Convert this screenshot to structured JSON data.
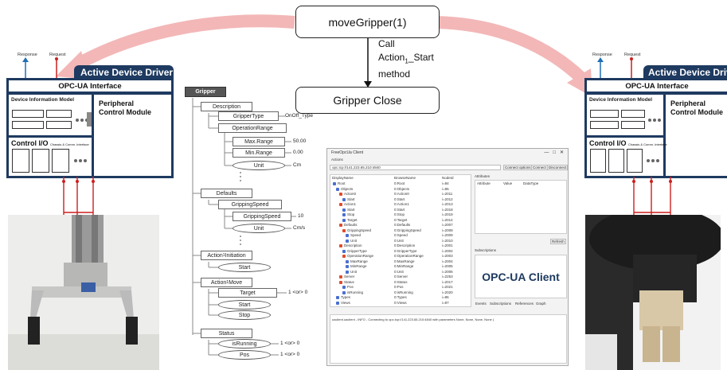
{
  "command": {
    "label": "moveGripper(1)"
  },
  "call_note": {
    "line1": "Call",
    "line2_main": "Action",
    "line2_sub": "1",
    "line2_rest": "_Start",
    "line3": "method"
  },
  "result": {
    "label": "Gripper Close"
  },
  "driver": {
    "title": "Active Device Driver",
    "opcua": "OPC-UA Interface",
    "info_model": "Device Information Model",
    "peripheral_line1": "Peripheral",
    "peripheral_line2": "Control Module",
    "control_io": "Control I/O",
    "control_io_sub": "Chassis & Comm. Interface",
    "response": "Response",
    "request": "Request"
  },
  "tree": {
    "root": "Gripper",
    "description": "Description",
    "gripper_type": "GripperType",
    "gripper_type_val": "OnOff_Type",
    "operation_range": "OperationRange",
    "max_range": "Max.Range",
    "max_range_val": "50.00",
    "min_range": "Min.Range",
    "min_range_val": "0.00",
    "unit": "Unit",
    "unit_val": "Cm",
    "defaults": "Defaults",
    "gripping_speed": "GrippingSpeed",
    "gripping_speed_inner": "GrippingSpeed",
    "gripping_speed_val": "10",
    "unit2": "Unit",
    "unit2_val": "Cm/s",
    "initiation_main": "Action",
    "initiation_sub": "1",
    "initiation_rest": " Initiation",
    "start1": "Start",
    "move_main": "Action",
    "move_sub": "1",
    "move_rest": " Move",
    "target": "Target",
    "target_val": "1 <or> 0",
    "start2": "Start",
    "stop": "Stop",
    "status": "Status",
    "is_running": "isRunning",
    "is_running_val": "1 <or> 0",
    "pos": "Pos",
    "pos_val": "1 <or> 0"
  },
  "client": {
    "title": "FreeOpcUa Client",
    "menu": "Actions",
    "address": "opc.tcp://141.223.65.210:4840",
    "btn_options": "Connect options",
    "btn_connect": "Connect",
    "btn_disconnect": "Disconnect",
    "col_display": "DisplayName",
    "col_browse": "BrowseName",
    "col_nodeid": "NodeId",
    "attributes": "Attributes",
    "attr_col1": "Attribute",
    "attr_col2": "Value",
    "attr_col3": "DataType",
    "refresh": "Refresh",
    "subscriptions": "Subscriptions",
    "big_label": "OPC-UA Client",
    "tab_events": "Events",
    "tab_subs": "Subscriptions",
    "tab_refs": "References",
    "tab_graph": "Graph",
    "log": "uaclient.uaclient - INFO - Connecting to opc.tcp://141.223.65.210:4840 with parameters None, None, None, None )",
    "tree_rows": [
      {
        "name": "Root",
        "browse": "0:Root",
        "id": "i=84"
      },
      {
        "name": "Objects",
        "browse": "0:Objects",
        "id": "i=85"
      },
      {
        "name": "Action0",
        "browse": "0:Action0",
        "id": "i=2011"
      },
      {
        "name": "Start",
        "browse": "0:Start",
        "id": "i=2012"
      },
      {
        "name": "Action1",
        "browse": "0:Action1",
        "id": "i=2013"
      },
      {
        "name": "Start",
        "browse": "0:Start",
        "id": "i=2018"
      },
      {
        "name": "Stop",
        "browse": "0:Stop",
        "id": "i=2019"
      },
      {
        "name": "Target",
        "browse": "0:Target",
        "id": "i=2014"
      },
      {
        "name": "Defaults",
        "browse": "0:Defaults",
        "id": "i=2007"
      },
      {
        "name": "GrippingSpeed",
        "browse": "0:GrippingSpeed",
        "id": "i=2008"
      },
      {
        "name": "Speed",
        "browse": "0:Speed",
        "id": "i=2009"
      },
      {
        "name": "Unit",
        "browse": "0:Unit",
        "id": "i=2010"
      },
      {
        "name": "Description",
        "browse": "0:Description",
        "id": "i=2001"
      },
      {
        "name": "GripperType",
        "browse": "0:GripperType",
        "id": "i=2002"
      },
      {
        "name": "OperationRange",
        "browse": "0:OperationRange",
        "id": "i=2003"
      },
      {
        "name": "MaxRange",
        "browse": "0:MaxRange",
        "id": "i=2004"
      },
      {
        "name": "MinRange",
        "browse": "0:MinRange",
        "id": "i=2005"
      },
      {
        "name": "Unit",
        "browse": "0:Unit",
        "id": "i=2006"
      },
      {
        "name": "Server",
        "browse": "0:Server",
        "id": "i=2253"
      },
      {
        "name": "Status",
        "browse": "0:Status",
        "id": "i=2017"
      },
      {
        "name": "Pos",
        "browse": "0:Pos",
        "id": "i=2021"
      },
      {
        "name": "isRunning",
        "browse": "0:isRunning",
        "id": "i=2020"
      },
      {
        "name": "Types",
        "browse": "0:Types",
        "id": "i=86"
      },
      {
        "name": "Views",
        "browse": "0:Views",
        "id": "i=87"
      }
    ]
  },
  "colors": {
    "driver": "#1e3a60",
    "wire": "#cc1f1f",
    "arrow": "#f3b7b7",
    "response": "#1f6fb5"
  }
}
